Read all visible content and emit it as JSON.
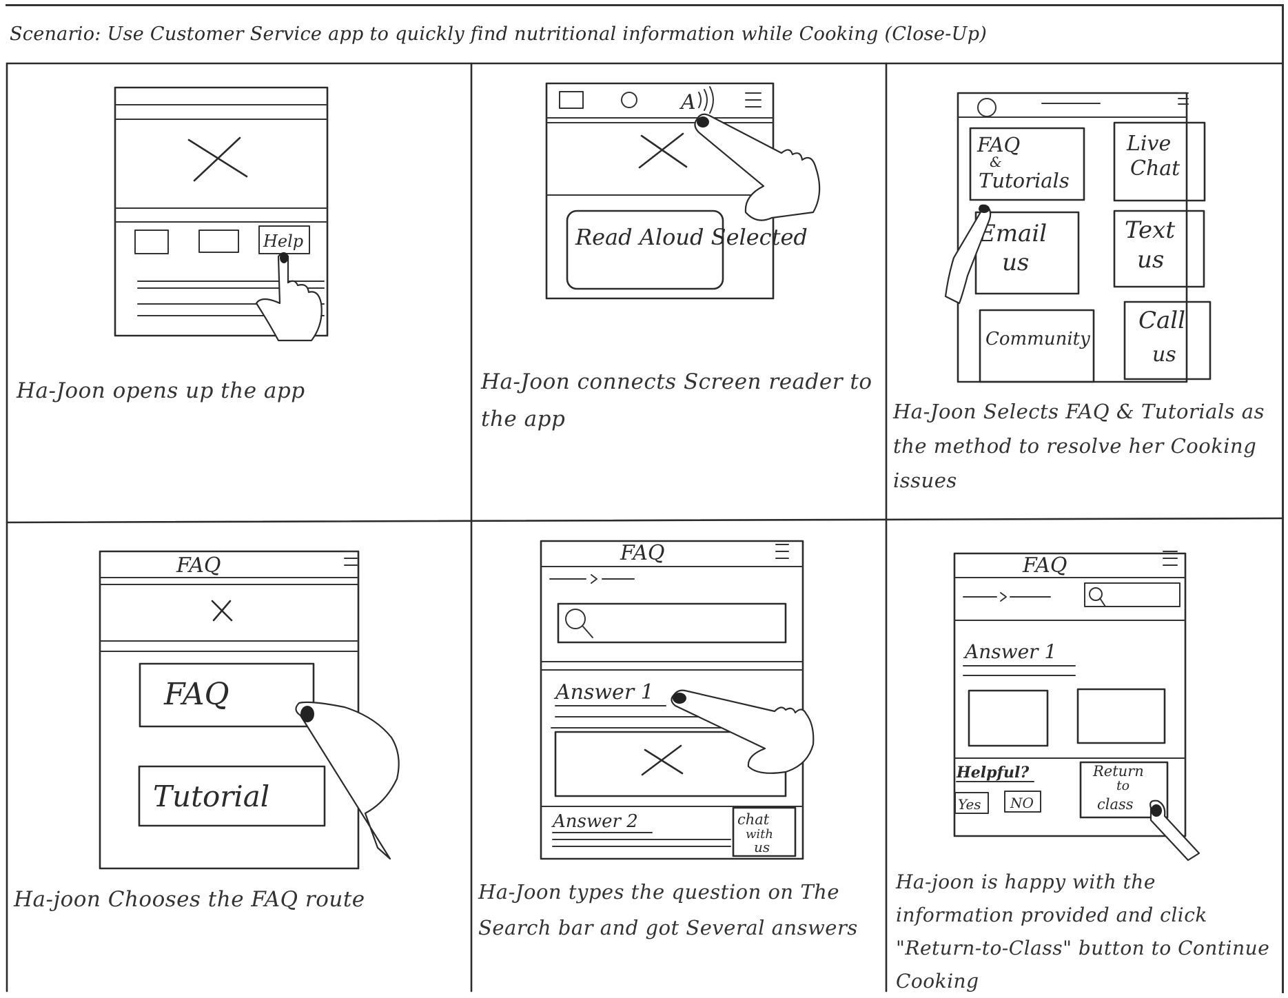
{
  "title": "Scenario: Use Customer Service app to quickly find nutritional information while Cooking (Close-Up)",
  "panels": [
    {
      "ui": {
        "help_button": "Help"
      },
      "caption": "Ha-Joon opens up the app"
    },
    {
      "ui": {
        "speaker_label": "A",
        "toast": "Read Aloud Selected"
      },
      "caption": "Ha-Joon connects Screen reader to the app"
    },
    {
      "ui": {
        "faq_line1": "FAQ",
        "faq_line2": "&",
        "faq_line3": "Tutorials",
        "chat_line1": "Live",
        "chat_line2": "Chat",
        "email_line1": "Email",
        "email_line2": "us",
        "text_line1": "Text",
        "text_line2": "us",
        "community": "Community",
        "call_line1": "Call",
        "call_line2": "us"
      },
      "caption": "Ha-Joon Selects FAQ & Tutorials as the method to resolve her Cooking issues"
    },
    {
      "ui": {
        "header": "FAQ",
        "faq_button": "FAQ",
        "tutorial_button": "Tutorial"
      },
      "caption": "Ha-joon Chooses the FAQ route"
    },
    {
      "ui": {
        "header": "FAQ",
        "answer1": "Answer 1",
        "answer2": "Answer 2",
        "chat_line1": "chat",
        "chat_line2": "with",
        "chat_line3": "us"
      },
      "caption": "Ha-Joon types the question on The Search bar and got Several answers"
    },
    {
      "ui": {
        "header": "FAQ",
        "answer1": "Answer 1",
        "helpful": "Helpful?",
        "yes": "Yes",
        "no": "NO",
        "return_line1": "Return",
        "return_line2": "to",
        "return_line3": "class"
      },
      "caption": "Ha-joon is happy with the information provided and click \"Return-to-Class\" button to Continue Cooking"
    }
  ]
}
